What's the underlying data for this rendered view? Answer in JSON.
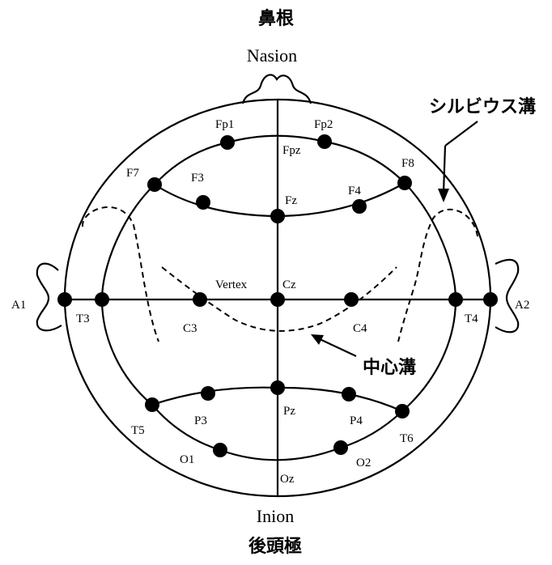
{
  "title_jp_top": "鼻根",
  "title_en_top": "Nasion",
  "title_en_bottom": "Inion",
  "title_jp_bottom": "後頭極",
  "annotation_sylvian": "シルビウス溝",
  "annotation_central": "中心溝",
  "labels": {
    "fp1": "Fp1",
    "fp2": "Fp2",
    "fpz": "Fpz",
    "f7": "F7",
    "f8": "F8",
    "f3": "F3",
    "f4": "F4",
    "fz": "Fz",
    "a1": "A1",
    "a2": "A2",
    "t3": "T3",
    "t4": "T4",
    "c3": "C3",
    "c4": "C4",
    "cz": "Cz",
    "vertex": "Vertex",
    "t5": "T5",
    "t6": "T6",
    "p3": "P3",
    "p4": "P4",
    "pz": "Pz",
    "o1": "O1",
    "o2": "O2",
    "oz": "Oz"
  }
}
